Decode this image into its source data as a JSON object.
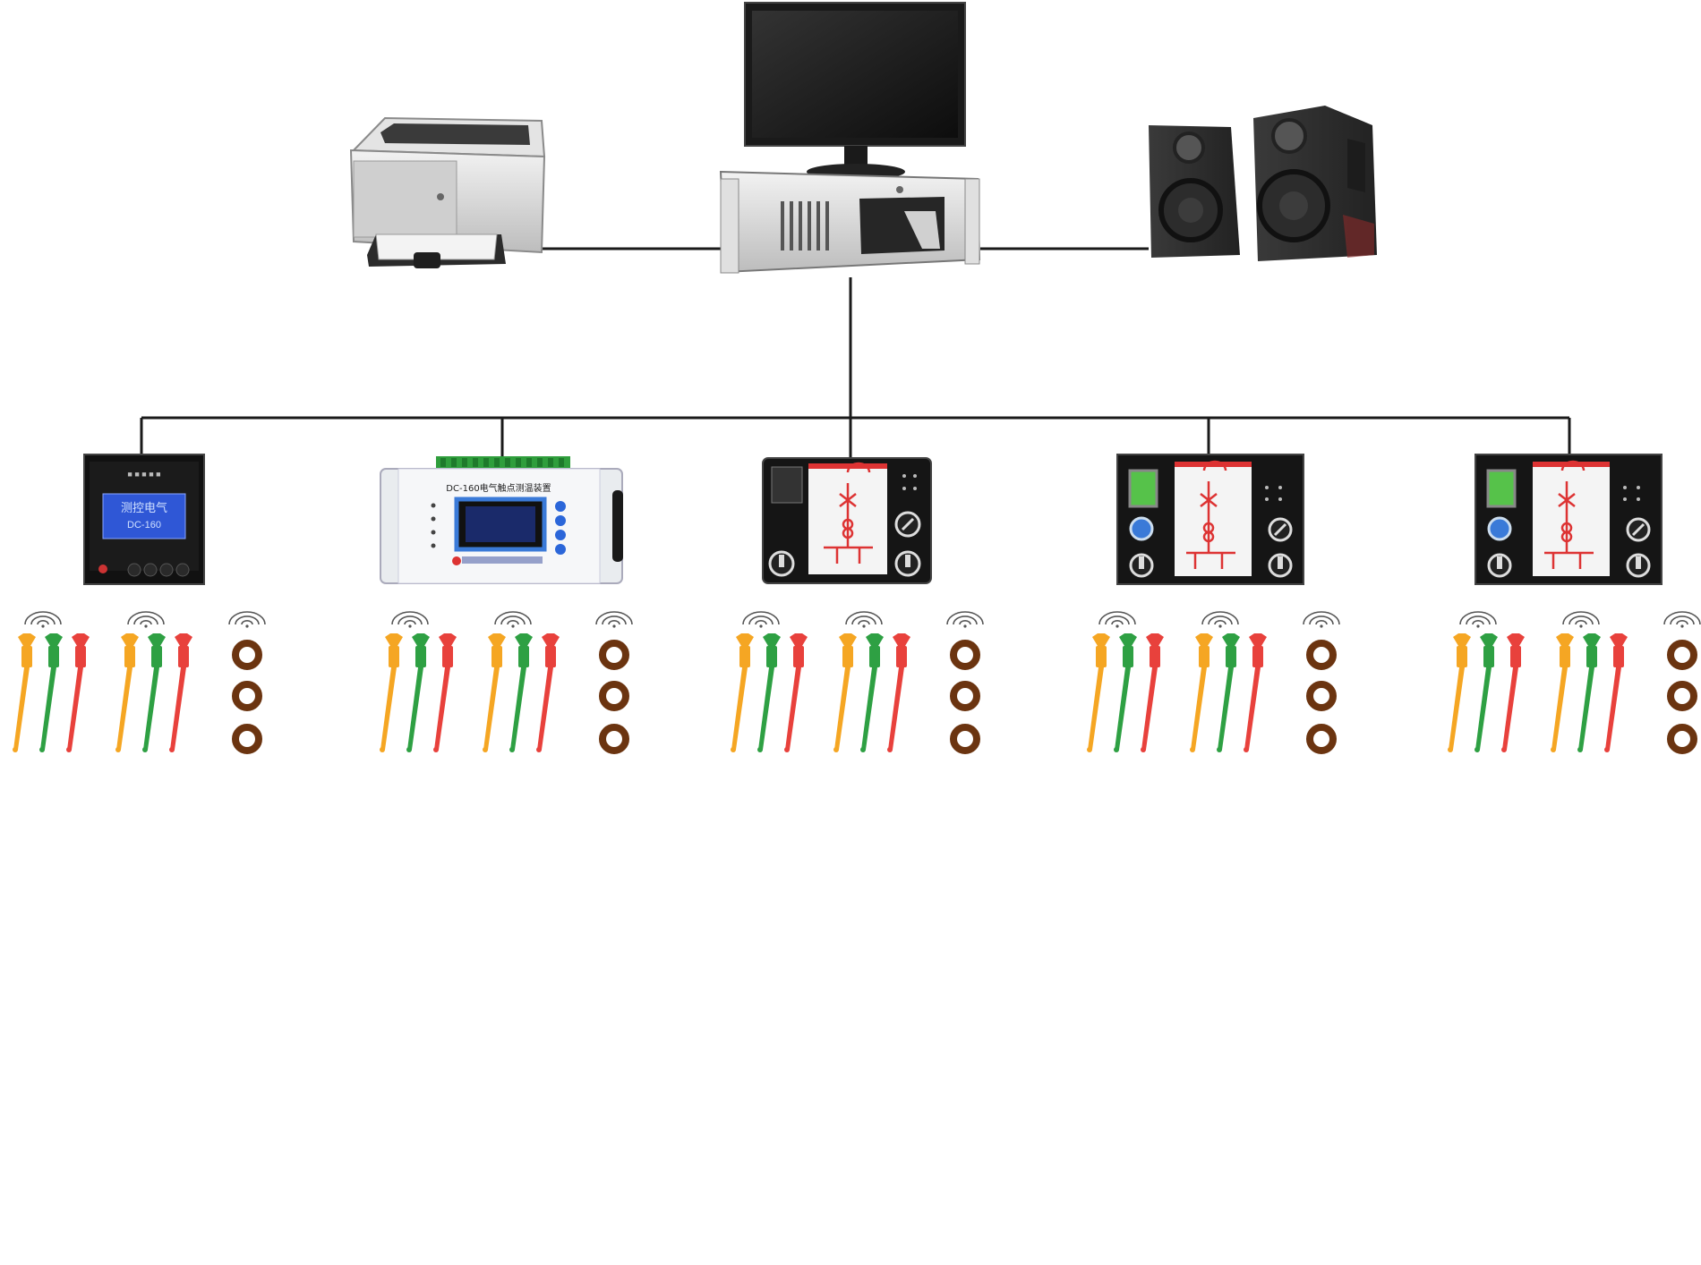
{
  "colors": {
    "line": "#1a1a1a",
    "sensor_orange": "#f5a623",
    "sensor_green": "#2ea043",
    "sensor_red": "#e8413c",
    "ring_brown": "#6b3410",
    "meter_screen": "#2f57d6",
    "panel_black": "#151515"
  },
  "devices": {
    "meter_1": {
      "screen_text": "测控电气",
      "model_text": "DC-160"
    },
    "collector": {
      "title_text": "DC-160电气触点测温装置"
    }
  },
  "icons": {
    "printer": "printer-icon",
    "computer": "computer-icon",
    "speakers": "speaker-icon",
    "wireless": "wireless-signal-icon",
    "sensor": "temperature-sensor-icon",
    "ring": "ring-sensor-icon"
  }
}
